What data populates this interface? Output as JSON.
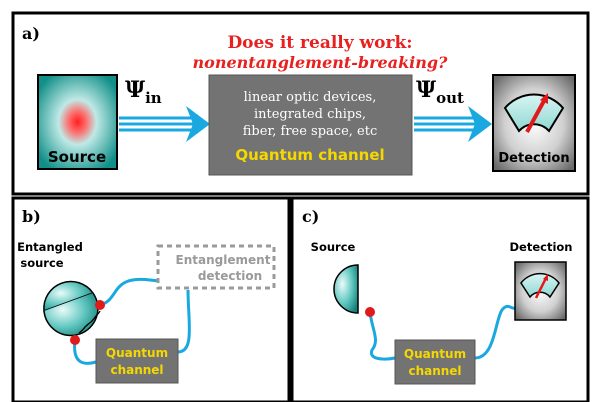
{
  "panel_a": {
    "label": "a)",
    "question_line1": "Does it really work:",
    "question_line2": "nonentanglement-breaking?",
    "psi_in": "Ψ",
    "psi_in_sub": "in",
    "psi_out": "Ψ",
    "psi_out_sub": "out",
    "channel_line1": "linear optic devices,",
    "channel_line2": "integrated chips,",
    "channel_line3": "fiber, free space, etc",
    "channel_title": "Quantum channel",
    "source_label": "Source",
    "detection_label": "Detection"
  },
  "panel_b": {
    "label": "b)",
    "source_line1": "Entangled",
    "source_line2": "source",
    "detect_line1": "Entanglement",
    "detect_line2": "detection",
    "channel_line1": "Quantum",
    "channel_line2": "channel"
  },
  "panel_c": {
    "label": "c)",
    "source_label": "Source",
    "detection_label": "Detection",
    "channel_line1": "Quantum",
    "channel_line2": "channel"
  },
  "colors": {
    "question_red": "#e8201f",
    "fiber_blue": "#1aa8e0",
    "channel_gray": "#737373",
    "channel_title_yellow": "#f5d800",
    "teal": "#2aa39c",
    "photon_red": "#e01a1a"
  }
}
